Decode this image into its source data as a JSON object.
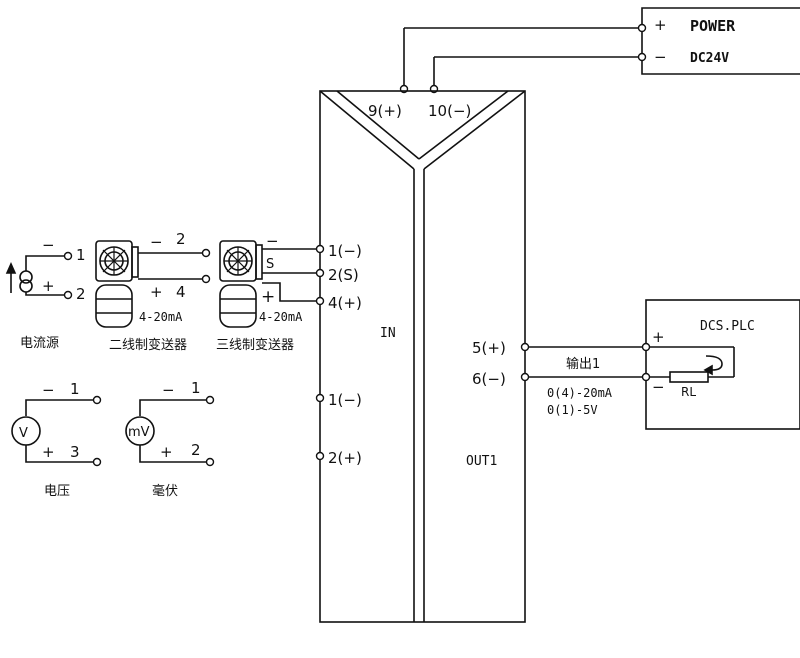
{
  "power": {
    "title": "POWER",
    "spec": "DC24V",
    "plus": "+",
    "minus": "−"
  },
  "module": {
    "top_pos": "9(+)",
    "top_neg": "10(−)",
    "in_label": "IN",
    "out_label": "OUT1",
    "in_terms": [
      "1(−)",
      "2(S)",
      "4(+)",
      "1(−)",
      "2(+)"
    ],
    "out_terms": [
      "5(+)",
      "6(−)"
    ]
  },
  "output": {
    "label": "输出1",
    "range_a": "0(4)-20mA",
    "range_b": "0(1)-5V"
  },
  "dcs": {
    "title": "DCS.PLC",
    "plus": "+",
    "minus": "−",
    "load": "RL"
  },
  "sources": {
    "current": {
      "minus": "−",
      "t1": "1",
      "plus": "+",
      "t2": "2",
      "caption": "电流源"
    },
    "two_wire": {
      "minus": "−",
      "t2": "2",
      "plus": "+",
      "t4": "4",
      "range": "4-20mA",
      "caption": "二线制变送器"
    },
    "three_wire": {
      "minus": "−",
      "s": "S",
      "plus": "+",
      "range": "4-20mA",
      "caption": "三线制变送器"
    },
    "voltage": {
      "minus": "−",
      "t1": "1",
      "plus": "+",
      "t3": "3",
      "symbol": "V",
      "caption": "电压"
    },
    "millivolt": {
      "minus": "−",
      "t1": "1",
      "plus": "+",
      "t2": "2",
      "symbol": "mV",
      "caption": "毫伏"
    }
  }
}
